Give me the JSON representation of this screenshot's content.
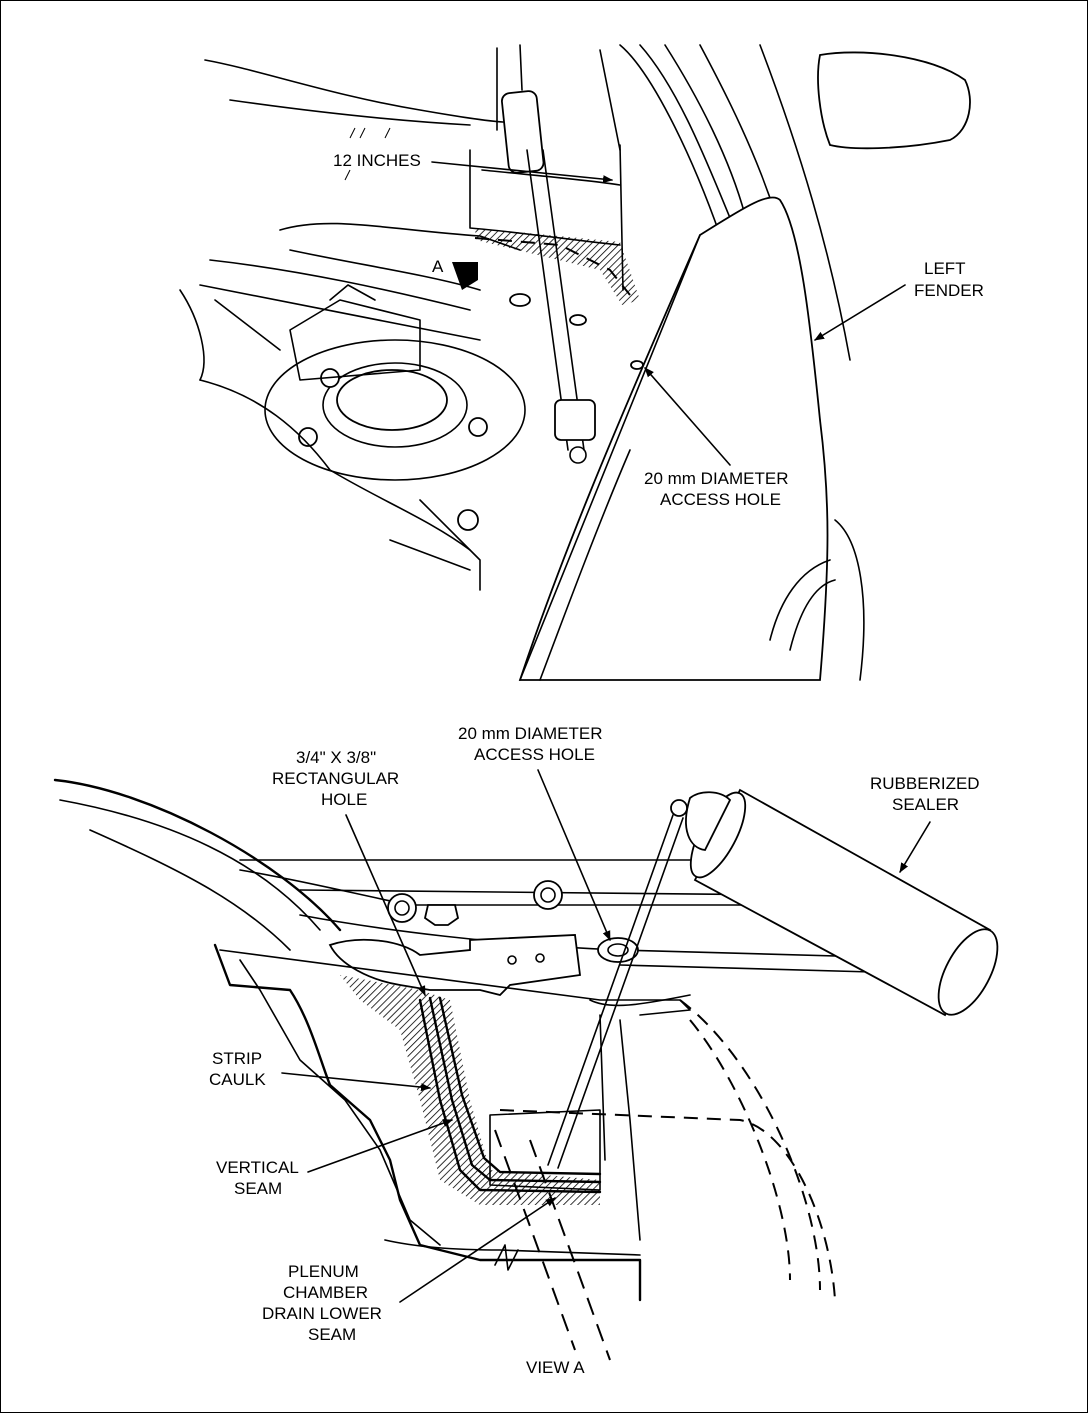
{
  "top_view": {
    "label_12_inches": "12 INCHES",
    "label_a": "A",
    "label_left_fender": [
      "LEFT",
      "FENDER"
    ],
    "label_access_hole": [
      "20 mm DIAMETER",
      "ACCESS HOLE"
    ]
  },
  "bottom_view": {
    "label_access_hole": [
      "20 mm DIAMETER",
      "ACCESS HOLE"
    ],
    "label_rect_hole": [
      "3/4\" X 3/8\"",
      "RECTANGULAR",
      "HOLE"
    ],
    "label_sealer": [
      "RUBBERIZED",
      "SEALER"
    ],
    "label_strip_caulk": [
      "STRIP",
      "CAULK"
    ],
    "label_vertical_seam": [
      "VERTICAL",
      "SEAM"
    ],
    "label_plenum": [
      "PLENUM",
      "CHAMBER",
      "DRAIN LOWER",
      "SEAM"
    ],
    "label_view_a": "VIEW A"
  }
}
